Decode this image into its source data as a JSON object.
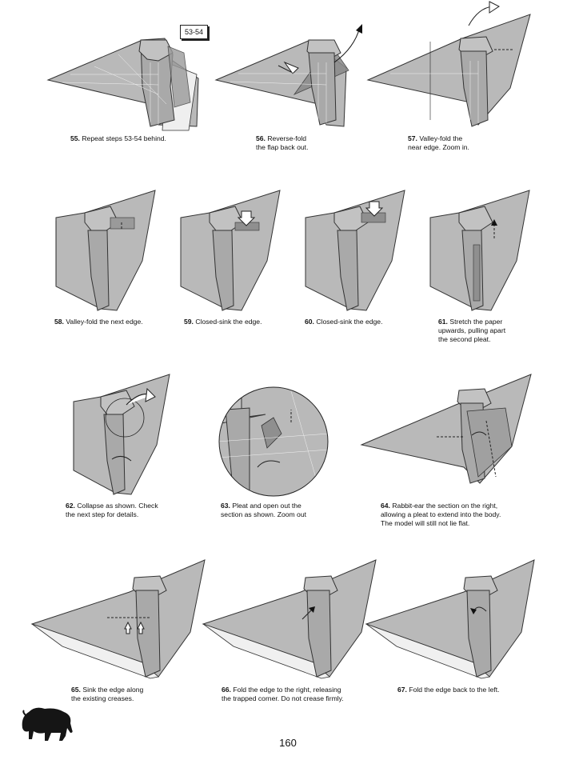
{
  "page_number": "160",
  "ref_label": "53-54",
  "steps": [
    {
      "num": "55.",
      "text": [
        "Repeat steps 53-54 behind."
      ]
    },
    {
      "num": "56.",
      "text": [
        "Reverse-fold",
        "the flap back out."
      ]
    },
    {
      "num": "57.",
      "text": [
        "Valley-fold the",
        "near edge. Zoom in."
      ]
    },
    {
      "num": "58.",
      "text": [
        "Valley-fold the next edge."
      ]
    },
    {
      "num": "59.",
      "text": [
        "Closed-sink the edge."
      ]
    },
    {
      "num": "60.",
      "text": [
        "Closed-sink the edge."
      ]
    },
    {
      "num": "61.",
      "text": [
        "Stretch the paper",
        "upwards, pulling apart",
        "the second pleat."
      ]
    },
    {
      "num": "62.",
      "text": [
        "Collapse as shown. Check",
        "the next step for details."
      ]
    },
    {
      "num": "63.",
      "text": [
        "Pleat and open out the",
        "section as shown. Zoom out"
      ]
    },
    {
      "num": "64.",
      "text": [
        "Rabbit-ear the section on the right,",
        "allowing a pleat to extend into the body.",
        "The model will still not lie flat."
      ]
    },
    {
      "num": "65.",
      "text": [
        "Sink the edge along",
        "the existing creases."
      ]
    },
    {
      "num": "66.",
      "text": [
        "Fold the edge to the right, releasing",
        "the trapped corner. Do not crease firmly."
      ]
    },
    {
      "num": "67.",
      "text": [
        "Fold the edge back to the left."
      ]
    }
  ],
  "colors": {
    "paper": "#b9b9b9",
    "paper_dark": "#8f8f8f",
    "line": "#333333",
    "crease": "#f2f2f2"
  },
  "icons": [
    "bison-silhouette-icon",
    "arrow-icon"
  ]
}
